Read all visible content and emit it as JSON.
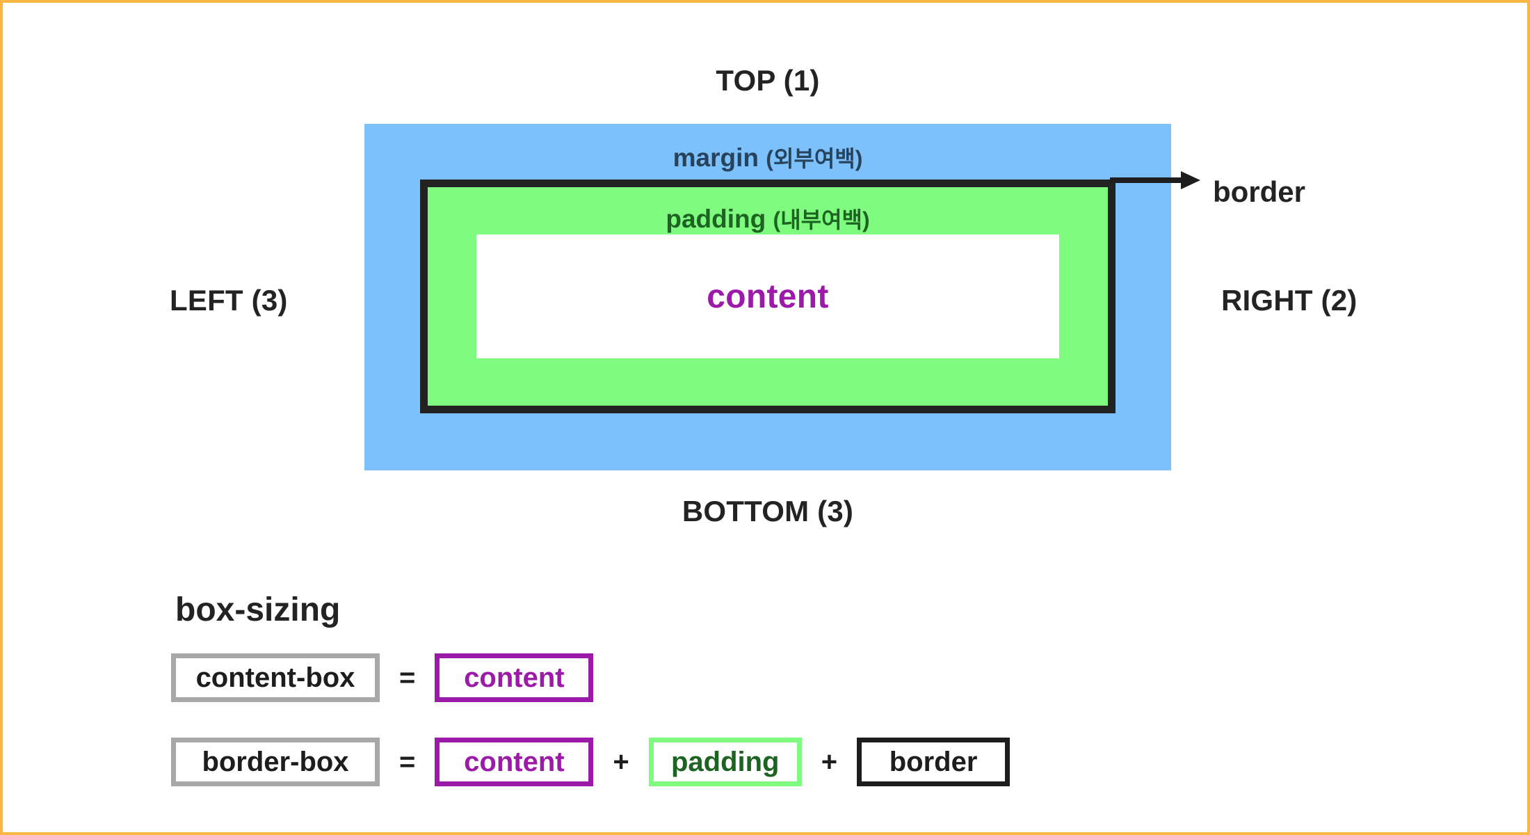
{
  "page": {
    "frame_color": "#f9b642",
    "background": "#ffffff"
  },
  "box_model": {
    "labels": {
      "top": "TOP (1)",
      "right": "RIGHT (2)",
      "bottom": "BOTTOM (3)",
      "left": "LEFT (3)"
    },
    "margin": {
      "keyword": "margin",
      "korean": "(외부여백)",
      "fill_color": "#7cc0fc",
      "text_color": "#27435c"
    },
    "padding": {
      "keyword": "padding",
      "korean": "(내부여백)",
      "fill_color": "#7ffc80",
      "text_color": "#1d6322"
    },
    "border": {
      "keyword": "border",
      "callout_label": "border",
      "color": "#222222"
    },
    "content": {
      "label": "content",
      "fill_color": "#ffffff",
      "text_color": "#9c1aa8"
    }
  },
  "box_sizing": {
    "title": "box-sizing",
    "rows": [
      {
        "name": "content-box",
        "equals": "=",
        "terms": [
          {
            "label": "content",
            "style": "purple"
          }
        ],
        "plus": "+"
      },
      {
        "name": "border-box",
        "equals": "=",
        "terms": [
          {
            "label": "content",
            "style": "purple"
          },
          {
            "label": "padding",
            "style": "green"
          },
          {
            "label": "border",
            "style": "black"
          }
        ],
        "plus": "+"
      }
    ]
  }
}
